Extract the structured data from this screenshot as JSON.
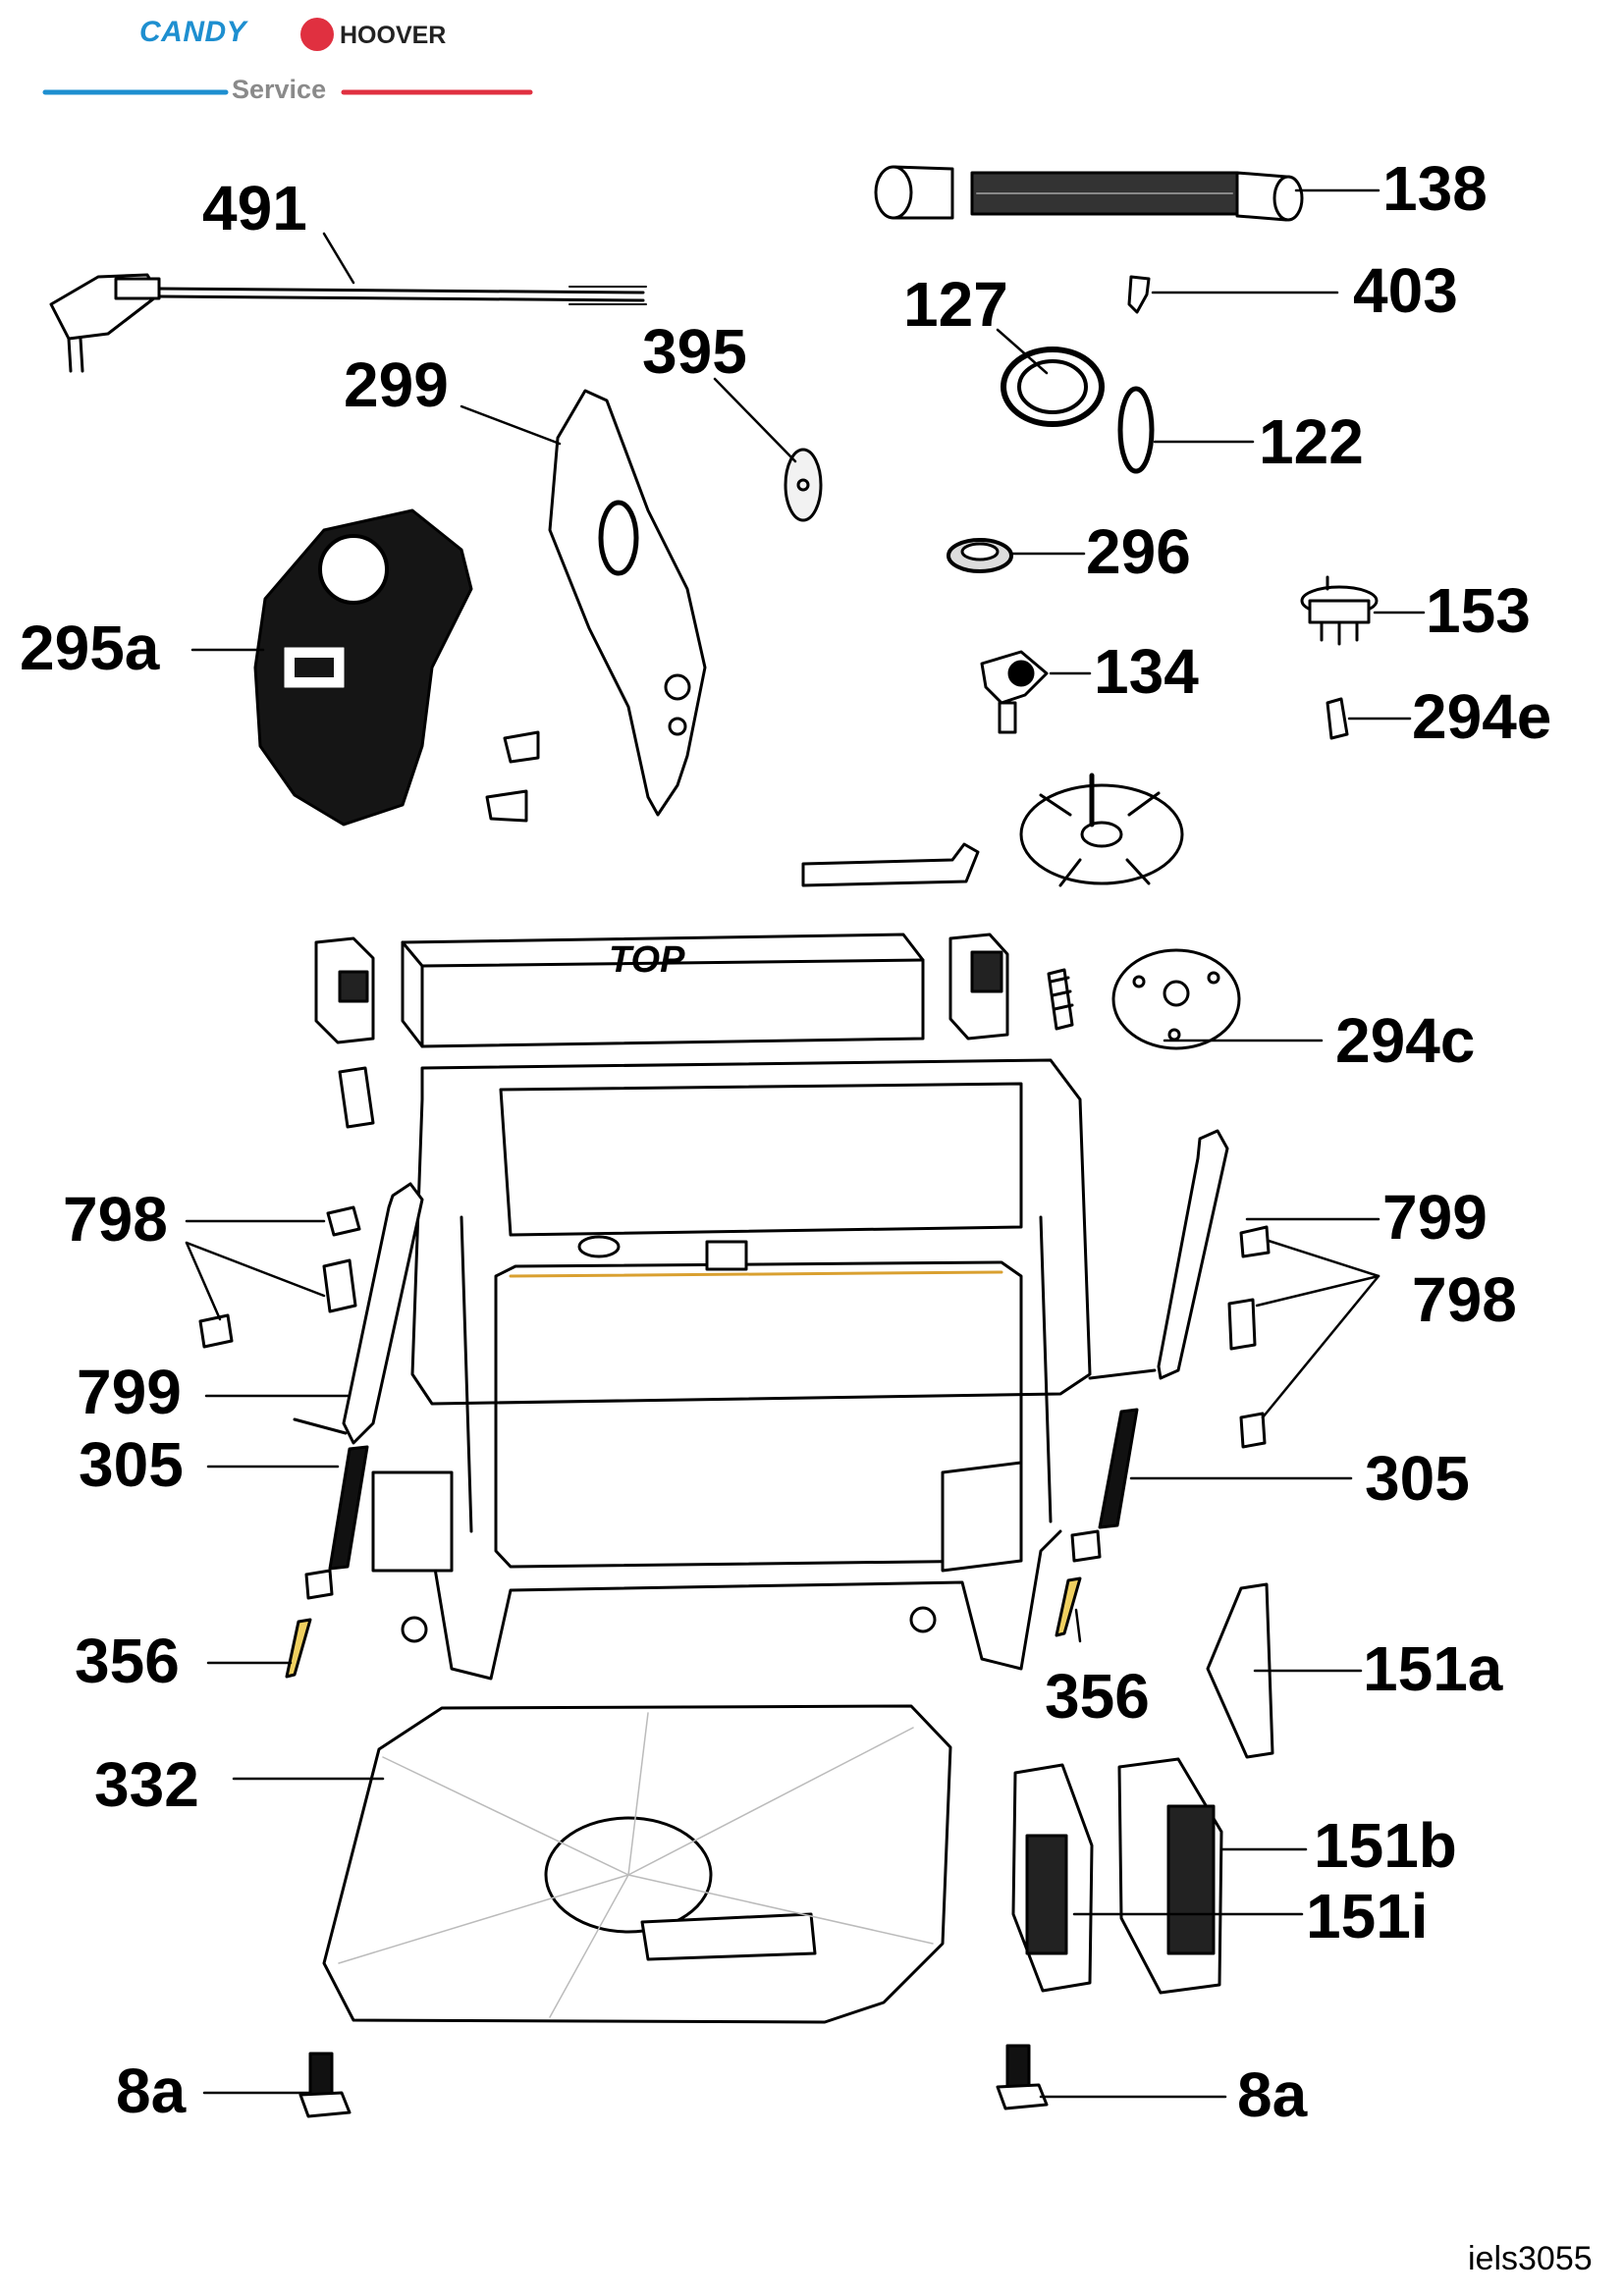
{
  "header": {
    "brand_left": "CANDY",
    "brand_right": "HOOVER",
    "subtitle": "Service",
    "accent_blue": "#1e8fd0",
    "accent_red": "#e03040"
  },
  "labels": {
    "p491": "491",
    "p138": "138",
    "p403": "403",
    "p127": "127",
    "p395": "395",
    "p299": "299",
    "p122": "122",
    "p296": "296",
    "p153": "153",
    "p295a": "295a",
    "p134": "134",
    "p294e": "294e",
    "p294c": "294c",
    "p798_left": "798",
    "p799_right": "799",
    "p798_right": "798",
    "p799_left": "799",
    "p305_left": "305",
    "p305_right": "305",
    "p356_left": "356",
    "p151a": "151a",
    "p356_right": "356",
    "p332": "332",
    "p151b": "151b",
    "p151i": "151i",
    "p8a_left": "8a",
    "p8a_right": "8a"
  },
  "part_text": {
    "top_marking": "TOP"
  },
  "footer": {
    "diagram_code": "iels3055"
  }
}
